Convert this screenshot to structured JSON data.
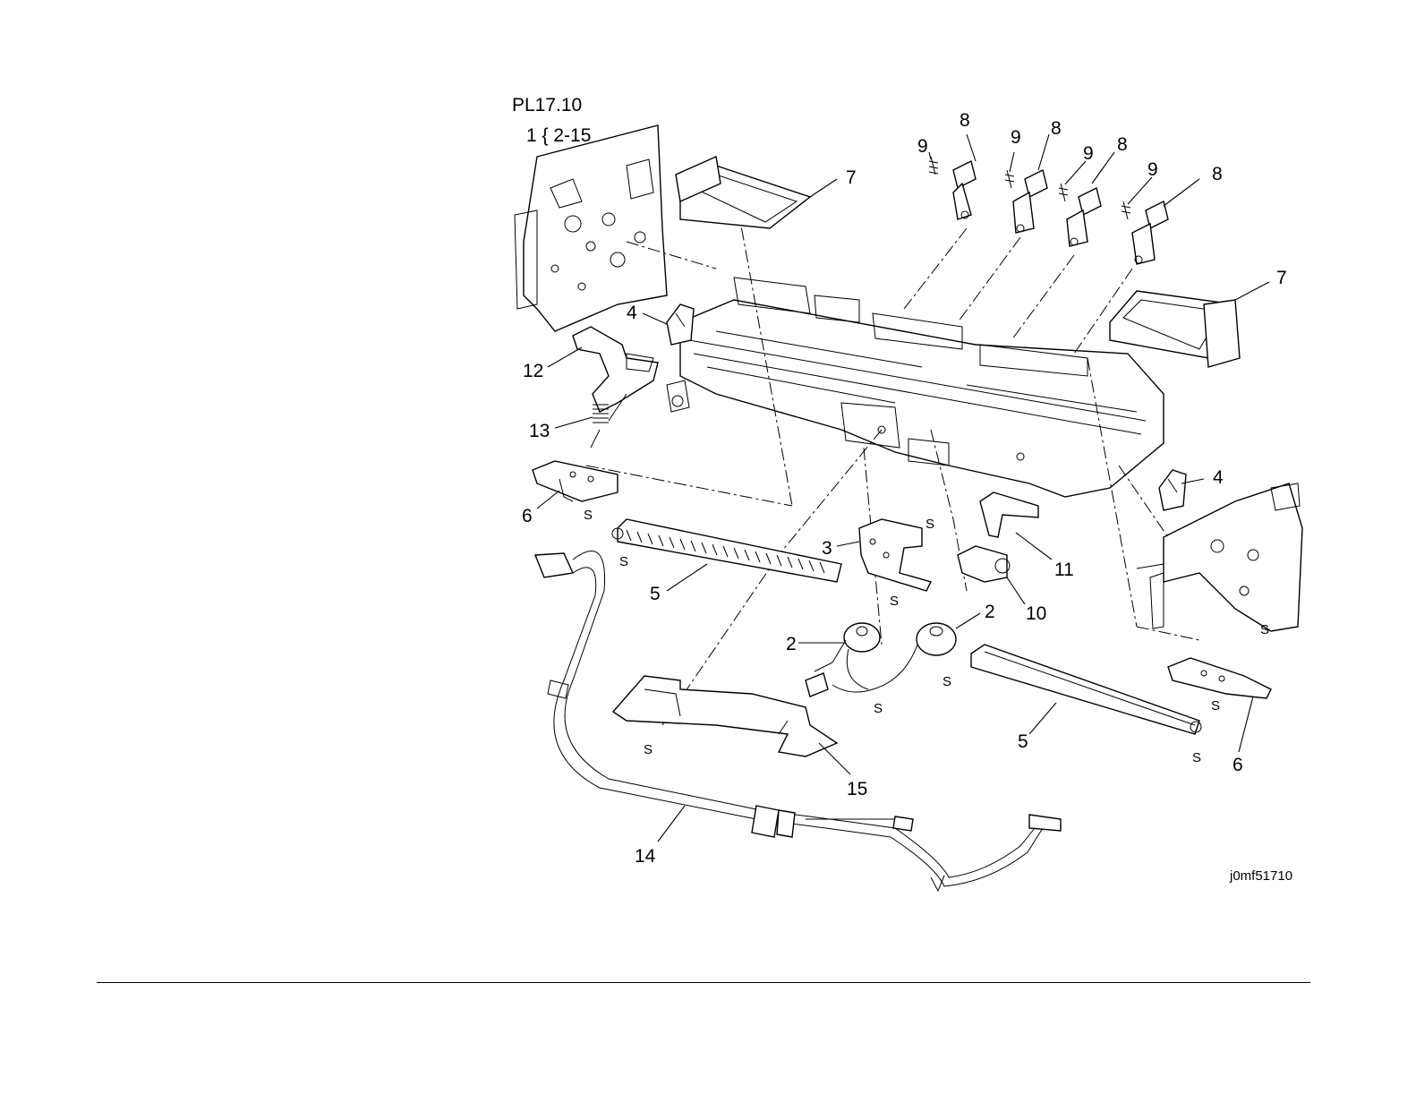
{
  "header": {
    "plate_id": "PL17.10",
    "range_text": "1 { 2-15"
  },
  "figure_id": "j0mf51710",
  "callouts": [
    "2",
    "2",
    "3",
    "4",
    "4",
    "5",
    "5",
    "6",
    "6",
    "7",
    "7",
    "8",
    "8",
    "8",
    "8",
    "9",
    "9",
    "9",
    "9",
    "10",
    "11",
    "12",
    "13",
    "14",
    "15"
  ],
  "screw_marks": [
    "S",
    "S",
    "S",
    "S",
    "S",
    "S",
    "S",
    "S",
    "S",
    "S"
  ]
}
